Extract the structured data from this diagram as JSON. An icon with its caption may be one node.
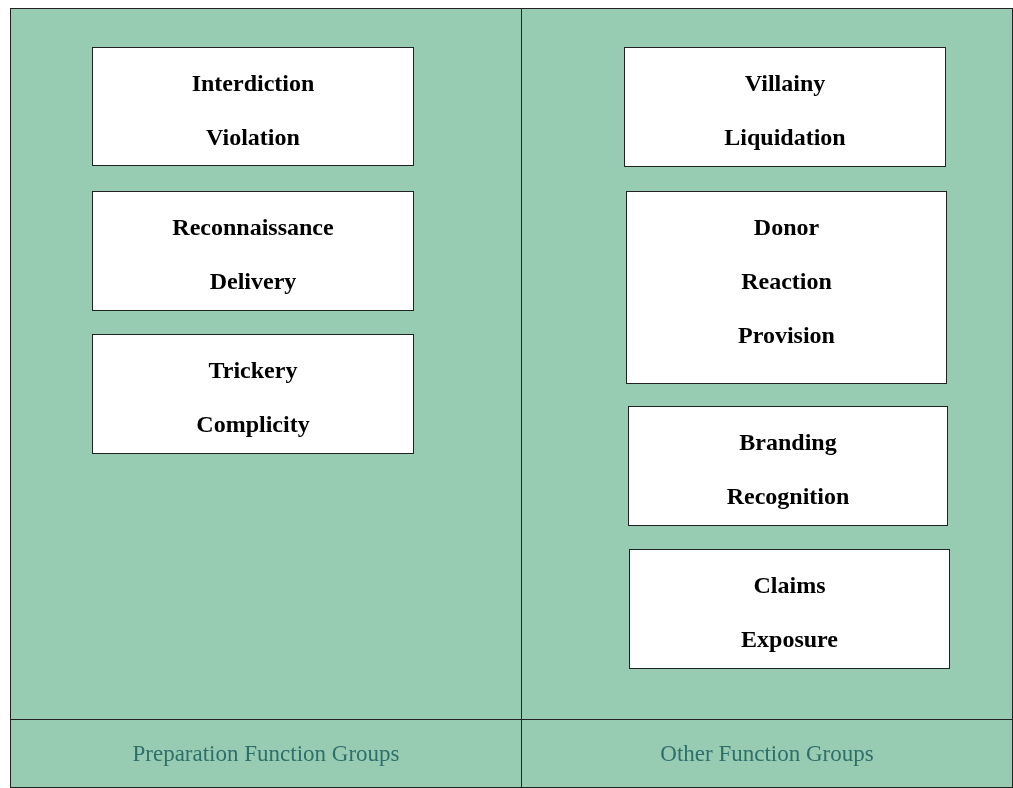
{
  "diagram": {
    "nodes": [
      {
        "text": [
          "Preparation Function Groups"
        ]
      },
      {
        "text": [
          "Interdiction",
          "Violation"
        ],
        "in": 0
      },
      {
        "text": [
          "Reconnaissance",
          "Delivery"
        ],
        "in": 0
      },
      {
        "text": [
          "Trickery",
          "Complicity"
        ],
        "in": 0
      },
      {
        "text": [
          "Other Function Groups"
        ]
      },
      {
        "text": [
          "Villainy",
          "Liquidation"
        ],
        "in": 4
      },
      {
        "text": [
          "Donor",
          "Reaction",
          "Provision"
        ],
        "in": 4
      },
      {
        "text": [
          "Branding",
          "Recognition"
        ],
        "in": 4
      },
      {
        "text": [
          "Claims",
          "Exposure"
        ],
        "in": 4
      }
    ]
  }
}
